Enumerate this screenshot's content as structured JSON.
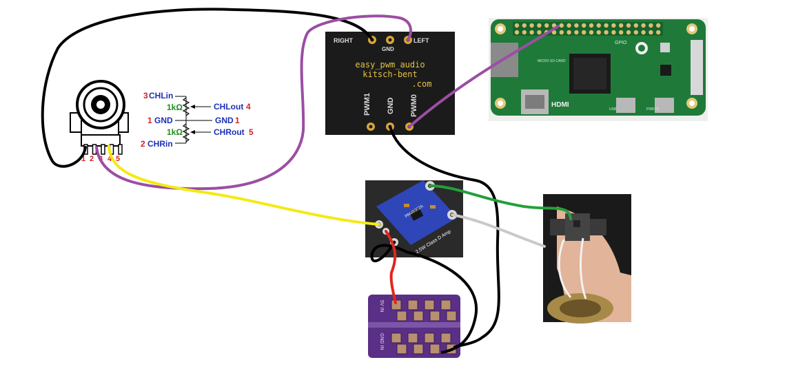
{
  "potentiometer": {
    "pin_numbers": [
      "1",
      "2",
      "3",
      "4",
      "5"
    ]
  },
  "schematic": {
    "pin3_num": "3",
    "pin3_label": "CHLin",
    "r1_label": "1kΩ",
    "chl_out_label": "CHLout",
    "chl_out_num": "4",
    "pin1_num": "1",
    "gnd_left_label": "GND",
    "gnd_right_label": "GND",
    "gnd_right_num": "1",
    "r2_label": "1kΩ",
    "chr_out_label": "CHRout",
    "chr_out_num": "5",
    "pin2_num": "2",
    "pin2_label": "CHRin"
  },
  "pwm_board": {
    "right_label": "RIGHT",
    "gnd_top_label": "GND",
    "left_label": "LEFT",
    "title_line1": "easy_pwm_audio",
    "title_line2": "kitsch-bent",
    "title_line3": ".com",
    "pin_pwm1": "PWM1",
    "pin_gnd": "GND",
    "pin_pwm0": "PWM0"
  },
  "raspberry_pi": {
    "gpio_label": "GPIO",
    "sd_label": "MICRO SD CARD",
    "hdmi_label": "HDMI",
    "usb_label": "USB",
    "pwr_label": "PWR IN"
  },
  "amplifier": {
    "chip_label": "PAM8302A",
    "class_label": "2.5W Class D Amp"
  },
  "power_board": {
    "top_label": "5V IN",
    "bottom_label": "GND IN"
  },
  "colors": {
    "wire_black": "#000000",
    "wire_purple": "#9b4ea3",
    "wire_yellow": "#f4ea13",
    "wire_green": "#23a03a",
    "wire_gray": "#c9c9c9",
    "wire_red": "#e0261e",
    "label_red": "#d42020",
    "label_green": "#1f8a1f",
    "label_blue": "#1b2fb5",
    "pcb_green": "#1f7a3a",
    "amp_blue": "#2e46b8",
    "board_purple": "#5a2f86"
  }
}
